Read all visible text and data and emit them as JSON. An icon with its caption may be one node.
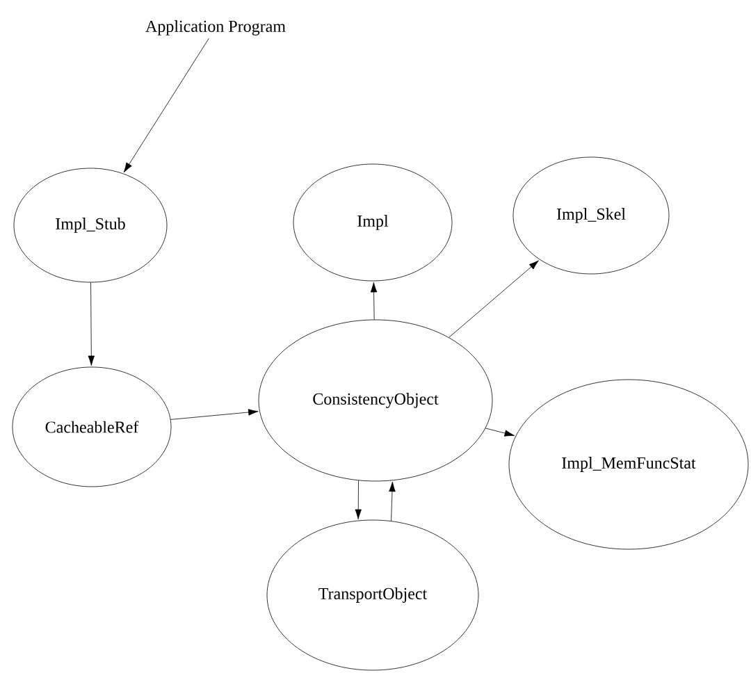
{
  "diagram": {
    "nodes": [
      {
        "text": [
          "Application Program"
        ]
      },
      {
        "text": [
          "Impl_Stub"
        ]
      },
      {
        "text": [
          "Impl"
        ]
      },
      {
        "text": [
          "Impl_Skel"
        ]
      },
      {
        "text": [
          "CacheableRef"
        ]
      },
      {
        "text": [
          "ConsistencyObject"
        ]
      },
      {
        "text": [
          "Impl_MemFuncStat"
        ]
      },
      {
        "text": [
          "TransportObject"
        ]
      }
    ],
    "edges": [
      {
        "from": 0,
        "to": 1,
        "arrow": "to"
      },
      {
        "from": 1,
        "to": 4,
        "arrow": "to"
      },
      {
        "from": 4,
        "to": 5,
        "arrow": "to"
      },
      {
        "from": 5,
        "to": 2,
        "arrow": "to"
      },
      {
        "from": 5,
        "to": 3,
        "arrow": "to"
      },
      {
        "from": 5,
        "to": 6,
        "arrow": "to"
      },
      {
        "from": 5,
        "to": 7,
        "arrow": "to"
      },
      {
        "from": 7,
        "to": 5,
        "arrow": "to"
      }
    ]
  }
}
